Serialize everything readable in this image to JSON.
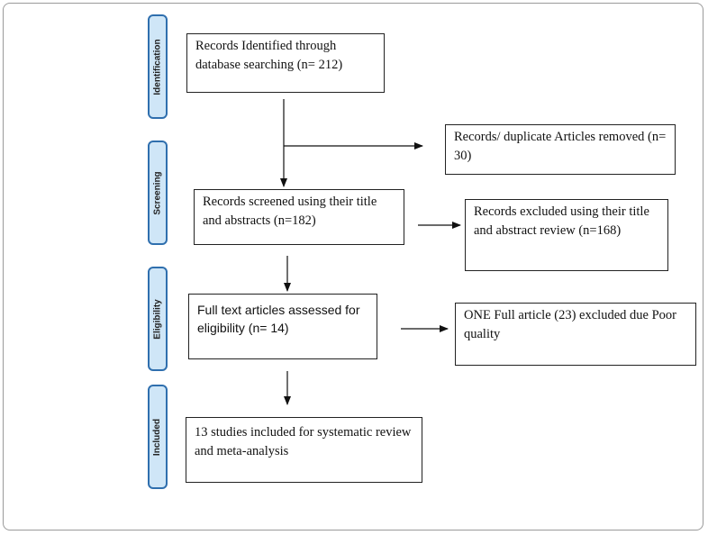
{
  "stages": {
    "identification": "Identification",
    "screening": "Screening",
    "eligibility": "Eligibility",
    "included": "Included"
  },
  "boxes": {
    "identified": "Records Identified through database searching (n= 212)",
    "duplicates_removed": "Records/ duplicate Articles removed (n= 30)",
    "screened": "Records screened using their title and abstracts (n=182)",
    "excluded_title_abstract": "Records excluded using their title and abstract review (n=168)",
    "full_text_assessed": "Full text articles assessed for eligibility (n= 14)",
    "full_text_excluded": "ONE Full article (23) excluded due Poor quality",
    "included": "13 studies included for systematic review and meta-analysis"
  }
}
